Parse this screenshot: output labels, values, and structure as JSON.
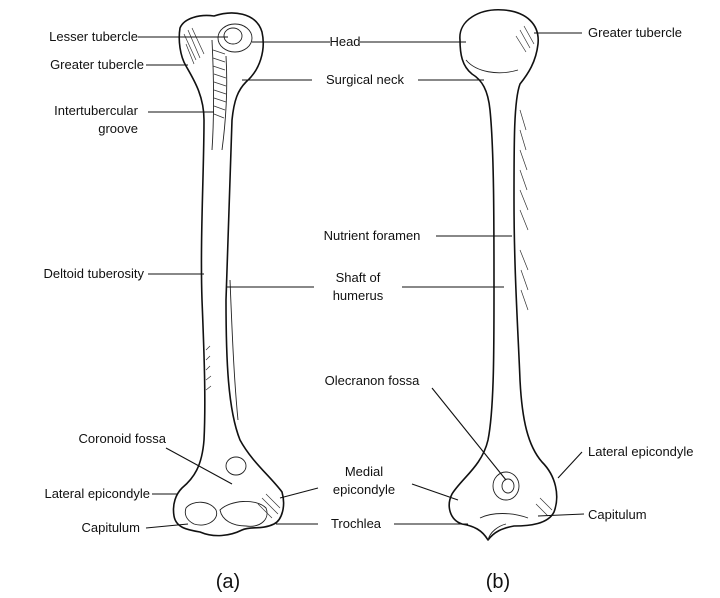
{
  "figure": {
    "panels": {
      "a": "(a)",
      "b": "(b)"
    },
    "labels_a": {
      "lesser_tubercle": "Lesser tubercle",
      "greater_tubercle": "Greater tubercle",
      "intertubercular_line1": "Intertubercular",
      "intertubercular_line2": "groove",
      "deltoid_tuberosity": "Deltoid tuberosity",
      "coronoid_fossa": "Coronoid fossa",
      "lateral_epicondyle": "Lateral epicondyle",
      "capitulum": "Capitulum"
    },
    "labels_center": {
      "head": "Head",
      "surgical_neck": "Surgical neck",
      "nutrient_foramen": "Nutrient foramen",
      "shaft_line1": "Shaft of",
      "shaft_line2": "humerus",
      "olecranon_fossa": "Olecranon fossa",
      "medial_line1": "Medial",
      "medial_line2": "epicondyle",
      "trochlea": "Trochlea"
    },
    "labels_b": {
      "greater_tubercle": "Greater tubercle",
      "lateral_epicondyle": "Lateral epicondyle",
      "capitulum": "Capitulum"
    },
    "colors": {
      "ink": "#111111",
      "background": "#ffffff"
    }
  }
}
